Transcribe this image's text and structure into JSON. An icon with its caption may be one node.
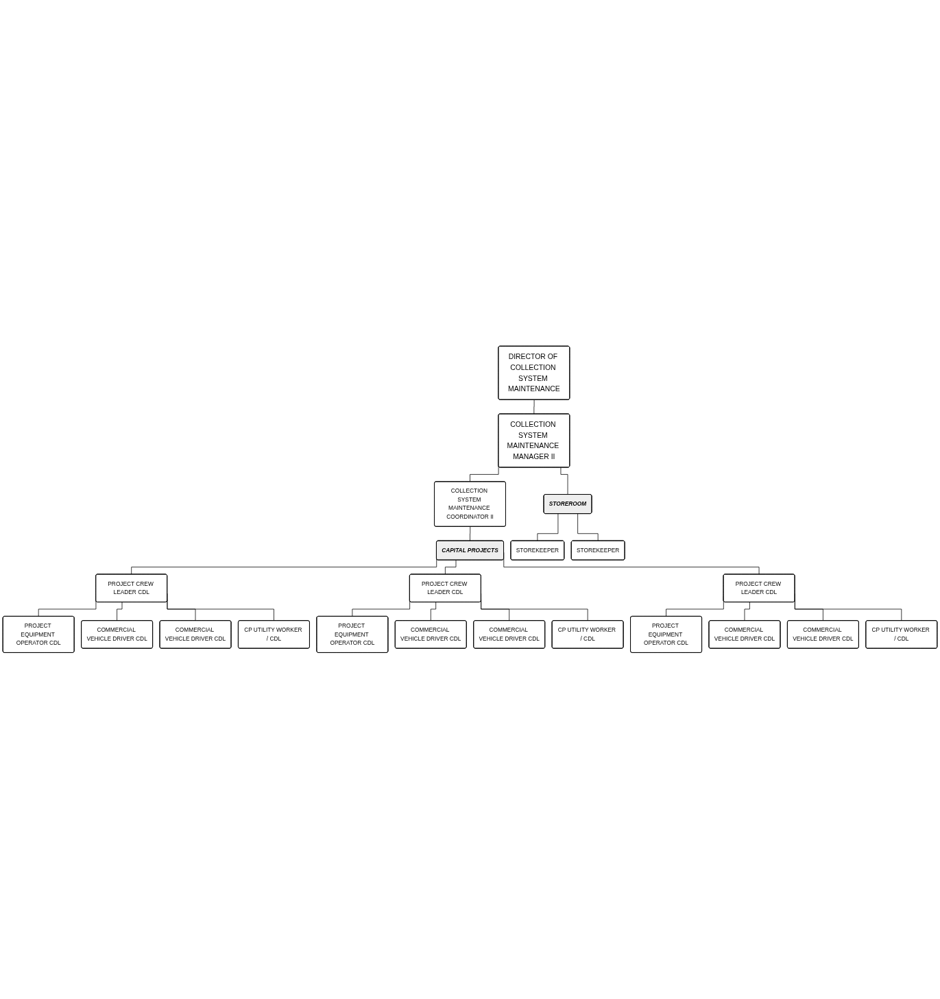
{
  "diagram": {
    "nodes": [
      {
        "text": [
          "DIRECTOR OF COLLECTION SYSTEM MAINTENANCE"
        ]
      },
      {
        "text": [
          "COLLECTION SYSTEM MAINTENANCE MANAGER II"
        ]
      },
      {
        "text": [
          "COLLECTION SYSTEM MAINTENANCE COORDINATOR II"
        ]
      },
      {
        "text": [
          "CAPITAL PROJECTS"
        ]
      },
      {
        "text": [
          "STOREROOM"
        ]
      },
      {
        "text": [
          "PROJECT CREW LEADER CDL"
        ]
      },
      {
        "text": [
          "PROJECT CREW LEADER CDL"
        ]
      },
      {
        "text": [
          "PROJECT CREW LEADER CDL"
        ]
      },
      {
        "text": [
          "PROJECT EQUIPMENT OPERATOR CDL"
        ]
      },
      {
        "text": [
          "COMMERCIAL VEHICLE DRIVER CDL"
        ]
      },
      {
        "text": [
          "COMMERCIAL VEHICLE DRIVER CDL"
        ]
      },
      {
        "text": [
          "CP UTILITY WORKER / CDL"
        ]
      },
      {
        "text": [
          "PROJECT EQUIPMENT OPERATOR CDL"
        ]
      },
      {
        "text": [
          "COMMERCIAL VEHICLE DRIVER CDL"
        ]
      },
      {
        "text": [
          "COMMERCIAL VEHICLE DRIVER CDL"
        ]
      },
      {
        "text": [
          "CP UTILITY WORKER / CDL"
        ]
      },
      {
        "text": [
          "PROJECT EQUIPMENT OPERATOR CDL"
        ]
      },
      {
        "text": [
          "COMMERCIAL VEHICLE DRIVER CDL"
        ]
      },
      {
        "text": [
          "COMMERCIAL VEHICLE DRIVER CDL"
        ]
      },
      {
        "text": [
          "CP UTILITY WORKER / CDL"
        ]
      },
      {
        "text": [
          "STOREKEEPER"
        ]
      },
      {
        "text": [
          "STOREKEEPER"
        ]
      }
    ],
    "edges": [
      {
        "from": 0,
        "to": 1,
        "arrow": "none"
      },
      {
        "from": 1,
        "to": 2,
        "arrow": "none"
      },
      {
        "from": 1,
        "to": 4,
        "arrow": "none"
      },
      {
        "from": 2,
        "to": 3,
        "arrow": "none"
      },
      {
        "from": 3,
        "to": 5,
        "arrow": "none"
      },
      {
        "from": 3,
        "to": 6,
        "arrow": "none"
      },
      {
        "from": 3,
        "to": 7,
        "arrow": "none"
      },
      {
        "from": 5,
        "to": 8,
        "arrow": "none"
      },
      {
        "from": 5,
        "to": 9,
        "arrow": "none"
      },
      {
        "from": 5,
        "to": 10,
        "arrow": "none"
      },
      {
        "from": 5,
        "to": 11,
        "arrow": "none"
      },
      {
        "from": 6,
        "to": 12,
        "arrow": "none"
      },
      {
        "from": 6,
        "to": 13,
        "arrow": "none"
      },
      {
        "from": 6,
        "to": 14,
        "arrow": "none"
      },
      {
        "from": 6,
        "to": 15,
        "arrow": "none"
      },
      {
        "from": 7,
        "to": 16,
        "arrow": "none"
      },
      {
        "from": 7,
        "to": 17,
        "arrow": "none"
      },
      {
        "from": 7,
        "to": 18,
        "arrow": "none"
      },
      {
        "from": 7,
        "to": 19,
        "arrow": "none"
      },
      {
        "from": 4,
        "to": 20,
        "arrow": "none"
      },
      {
        "from": 4,
        "to": 21,
        "arrow": "none"
      }
    ]
  }
}
